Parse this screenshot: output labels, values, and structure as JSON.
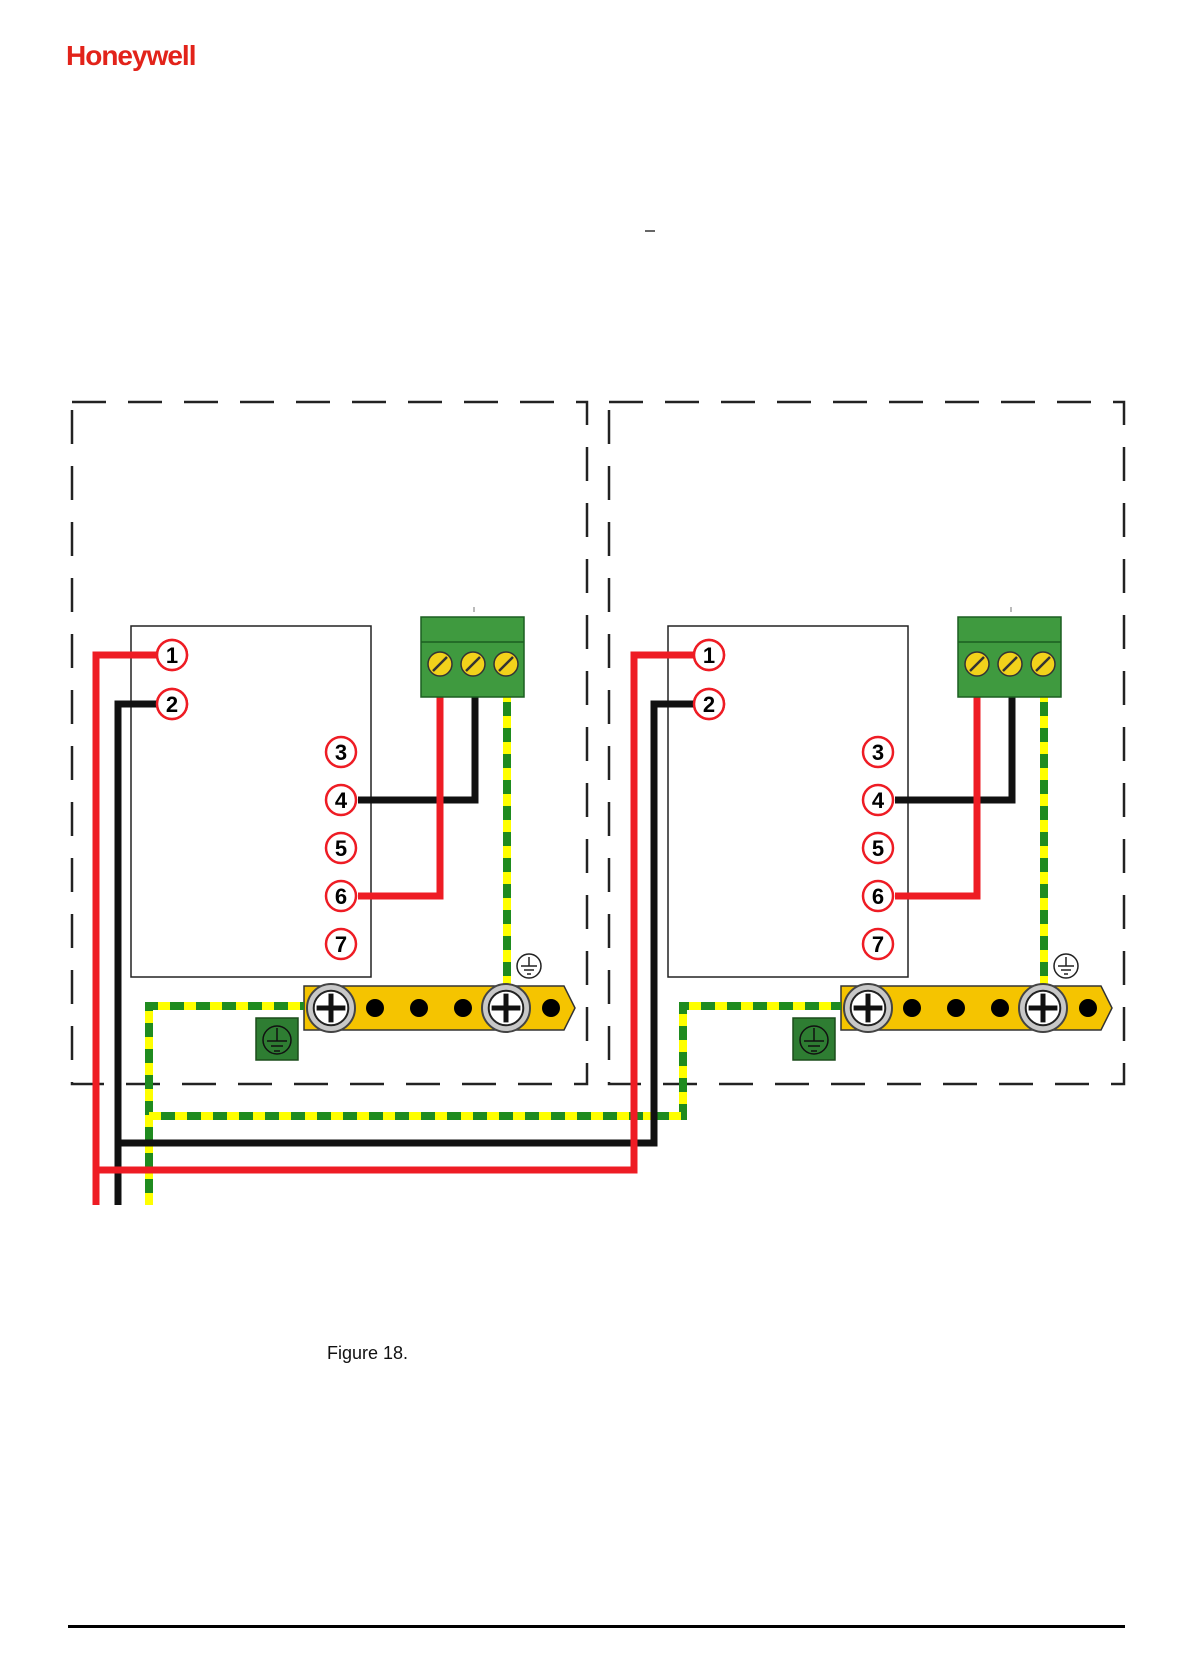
{
  "header": {
    "logo_text": "Honeywell",
    "logo_color": "#e2231a"
  },
  "figure": {
    "caption": "Figure 18.",
    "terminal_numbers": [
      "1",
      "2",
      "3",
      "4",
      "5",
      "6",
      "7"
    ],
    "colors": {
      "live": "#ee1c24",
      "neutral": "#111111",
      "earth_green": "#1f8b1f",
      "earth_yellow": "#ffff00",
      "earth_bar": "#f5c400",
      "connector_block": "#3f9a3f",
      "earth_tag": "#2e7d32"
    }
  }
}
